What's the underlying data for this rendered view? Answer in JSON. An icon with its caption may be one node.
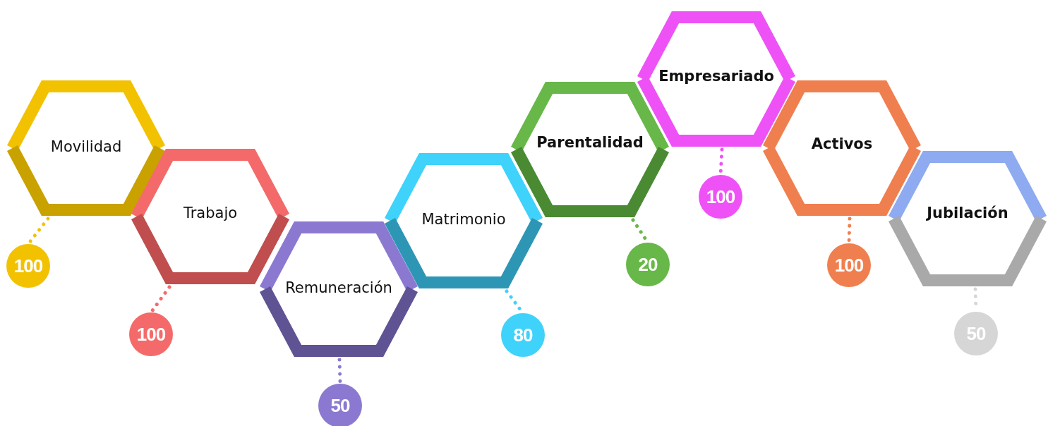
{
  "diagram": {
    "nodes": [
      {
        "text": [
          "Movilidad"
        ]
      },
      {
        "text": [
          "Trabajo"
        ]
      },
      {
        "text": [
          "Remuneración"
        ]
      },
      {
        "text": [
          "Matrimonio"
        ]
      },
      {
        "text": [
          "Parentalidad"
        ]
      },
      {
        "text": [
          "Empresariado"
        ]
      },
      {
        "text": [
          "Activos"
        ]
      },
      {
        "text": [
          "Jubilación"
        ]
      },
      {
        "text": [
          "100"
        ]
      },
      {
        "text": [
          "100"
        ]
      },
      {
        "text": [
          "50"
        ]
      },
      {
        "text": [
          "80"
        ]
      },
      {
        "text": [
          "20"
        ]
      },
      {
        "text": [
          "100"
        ]
      },
      {
        "text": [
          "100"
        ]
      },
      {
        "text": [
          "50"
        ]
      }
    ],
    "edges": [
      {
        "from": 0,
        "to": 8,
        "arrow": "none",
        "color": "#f2c200"
      },
      {
        "from": 1,
        "to": 9,
        "arrow": "none",
        "color": "#f46a6a"
      },
      {
        "from": 2,
        "to": 10,
        "arrow": "none",
        "color": "#8b79d1"
      },
      {
        "from": 3,
        "to": 11,
        "arrow": "none",
        "color": "#3fd2fb"
      },
      {
        "from": 4,
        "to": 12,
        "arrow": "none",
        "color": "#67b848"
      },
      {
        "from": 5,
        "to": 13,
        "arrow": "none",
        "color": "#ee52f6"
      },
      {
        "from": 6,
        "to": 14,
        "arrow": "none",
        "color": "#f07f4f"
      },
      {
        "from": 7,
        "to": 15,
        "arrow": "none",
        "color": "#d6d6d6"
      }
    ]
  }
}
